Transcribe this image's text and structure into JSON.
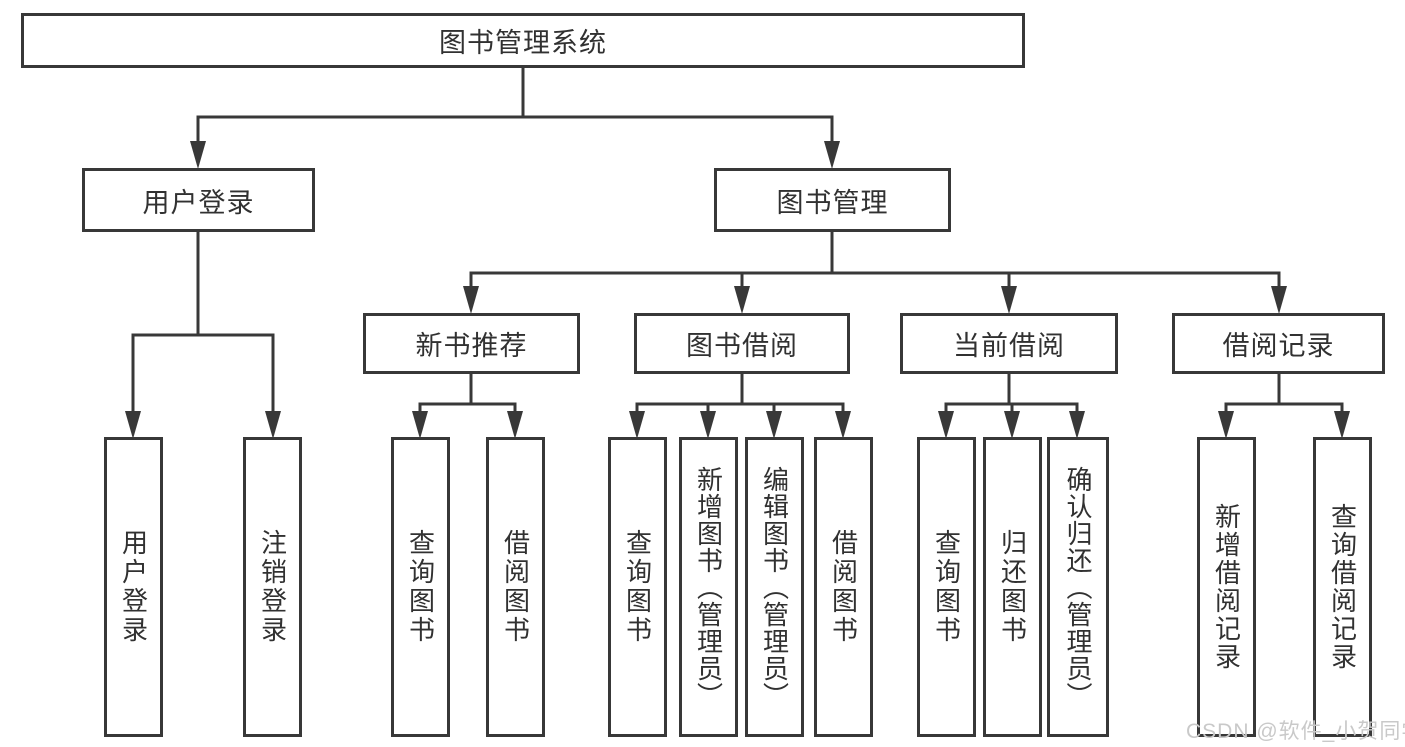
{
  "diagram": {
    "root": {
      "label": "图书管理系统"
    },
    "branches": {
      "user_login": {
        "label": "用户登录",
        "children": {
          "login": "用户登录",
          "logout": "注销登录"
        }
      },
      "book_management": {
        "label": "图书管理",
        "sections": {
          "new_book": {
            "label": "新书推荐",
            "children": {
              "query": "查询图书",
              "borrow": "借阅图书"
            }
          },
          "borrow": {
            "label": "图书借阅",
            "children": {
              "query": "查询图书",
              "add": "新增图书（管理员）",
              "edit": "编辑图书（管理员）",
              "borrow": "借阅图书"
            }
          },
          "current": {
            "label": "当前借阅",
            "children": {
              "query": "查询图书",
              "return": "归还图书",
              "confirm": "确认归还（管理员）"
            }
          },
          "record": {
            "label": "借阅记录",
            "children": {
              "add": "新增借阅记录",
              "query": "查询借阅记录"
            }
          }
        }
      }
    }
  },
  "watermark": {
    "text": "CSDN @软件_小贺同学"
  },
  "colors": {
    "line": "#383838",
    "box_background": "#ffffff",
    "text": "#313131",
    "watermark": "#c9c9c9"
  }
}
